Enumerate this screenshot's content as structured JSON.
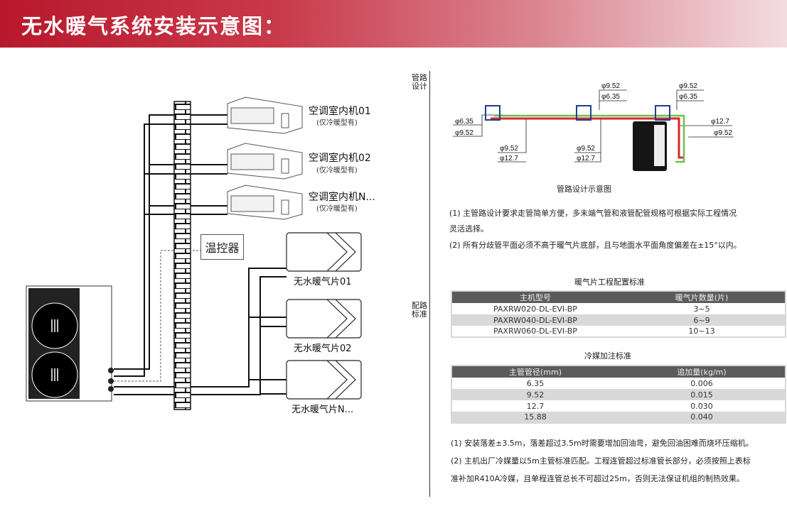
{
  "header": {
    "title": "无水暖气系统安装示意图："
  },
  "left_diagram": {
    "indoor_units": [
      {
        "label": "空调室内机01",
        "note": "(仅冷暖型有)"
      },
      {
        "label": "空调室内机02",
        "note": "(仅冷暖型有)"
      },
      {
        "label": "空调室内机N...",
        "note": "(仅冷暖型有)"
      }
    ],
    "thermostat": "温控器",
    "radiators": [
      "无水暖气片01",
      "无水暖气片02",
      "无水暖气片N..."
    ]
  },
  "sections": {
    "pipe_design": [
      "管路",
      "设计"
    ],
    "pipe_standard": [
      "配路",
      "标准"
    ]
  },
  "pipe_diagram": {
    "caption": "管路设计示意图",
    "labels": {
      "left_a": "φ6.35",
      "left_b": "φ9.52",
      "mid1_a": "φ9.52",
      "mid1_b": "φ12.7",
      "mid2_a": "φ9.52",
      "mid2_b": "φ12.7",
      "top2_a": "φ9.52",
      "top2_b": "φ6.35",
      "top3_a": "φ9.52",
      "top3_b": "φ6.35",
      "right_a": "φ12.7",
      "right_b": "φ9.52"
    },
    "colors": {
      "gas": "#d42a2a",
      "liquid": "#6cc04a",
      "box": "#1e3f8a"
    }
  },
  "notes_design": [
    "(1) 主管路设计要求走管简单方便，多末端气管和液管配管规格可根据实际工程情况",
    "灵活选择。",
    "(2) 所有分歧管平面必须不高于暖气片底部，且与地面水平面角度偏差在±15°以内。"
  ],
  "tables": {
    "radiator": {
      "title": "暖气片工程配置标准",
      "headers": [
        "主机型号",
        "暖气片数量(片)"
      ],
      "rows": [
        {
          "model": "PAXRW020-DL-EVI-BP",
          "count": "3~5"
        },
        {
          "model": "PAXRW040-DL-EVI-BP",
          "count": "6~9"
        },
        {
          "model": "PAXRW060-DL-EVI-BP",
          "count": "10~13"
        }
      ]
    },
    "refrigerant": {
      "title": "冷媒加注标准",
      "headers": [
        "主管管径(mm)",
        "追加量(kg/m)"
      ],
      "rows": [
        {
          "dia": "6.35",
          "add": "0.006"
        },
        {
          "dia": "9.52",
          "add": "0.015"
        },
        {
          "dia": "12.7",
          "add": "0.030"
        },
        {
          "dia": "15.88",
          "add": "0.040"
        }
      ]
    }
  },
  "notes_standard": [
    "(1) 安装落差±3.5m，落差超过3.5m时需要增加回油弯，避免回油困难而烧坏压缩机。",
    "(2) 主机出厂冷媒量以5m主管标准匹配。工程连管超过标准管长部分，必须按照上表标",
    "准补加R410A冷媒，且单程连管总长不可超过25m，否则无法保证机组的制热效果。"
  ]
}
